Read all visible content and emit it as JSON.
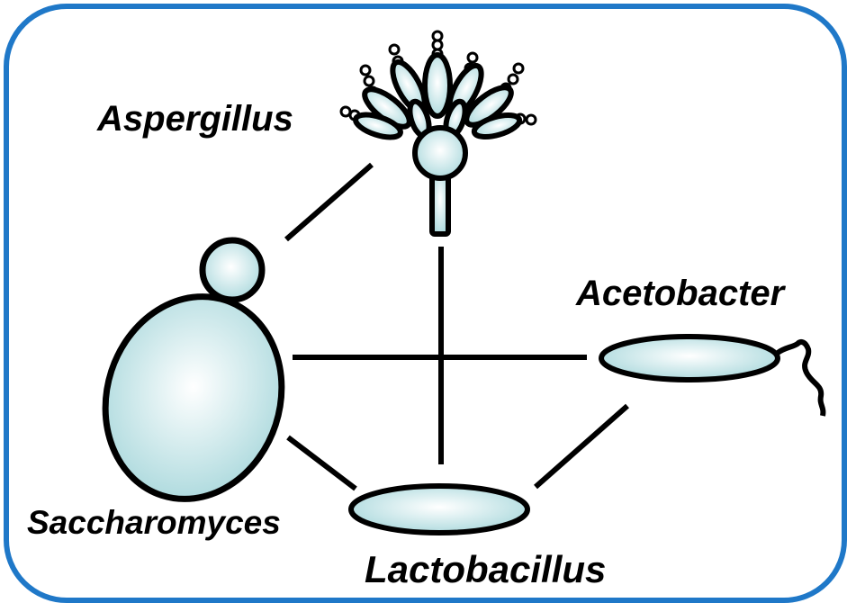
{
  "labels": {
    "aspergillus": "Aspergillus",
    "acetobacter": "Acetobacter",
    "saccharomyces": "Saccharomyces",
    "lactobacillus": "Lactobacillus"
  },
  "colors": {
    "frame": "#1f78c8",
    "cell_fill_center": "#ffffff",
    "cell_fill_edge": "#a9d8dc",
    "outline": "#000000"
  },
  "icons": {
    "aspergillus": "aspergillus-icon",
    "saccharomyces": "saccharomyces-icon",
    "acetobacter": "acetobacter-icon",
    "lactobacillus": "lactobacillus-icon"
  }
}
